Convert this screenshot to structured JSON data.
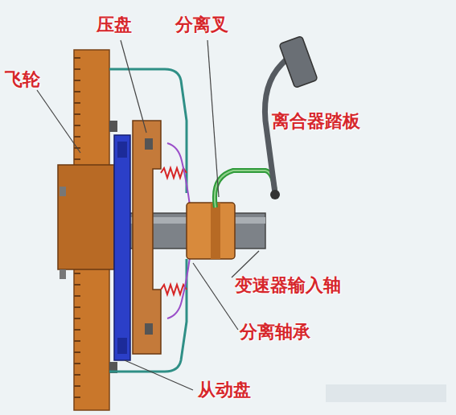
{
  "diagram": {
    "labels": [
      "压盘",
      "分离叉",
      "飞轮",
      "离合器踏板",
      "变速器输入轴",
      "分离轴承",
      "从动盘"
    ]
  }
}
